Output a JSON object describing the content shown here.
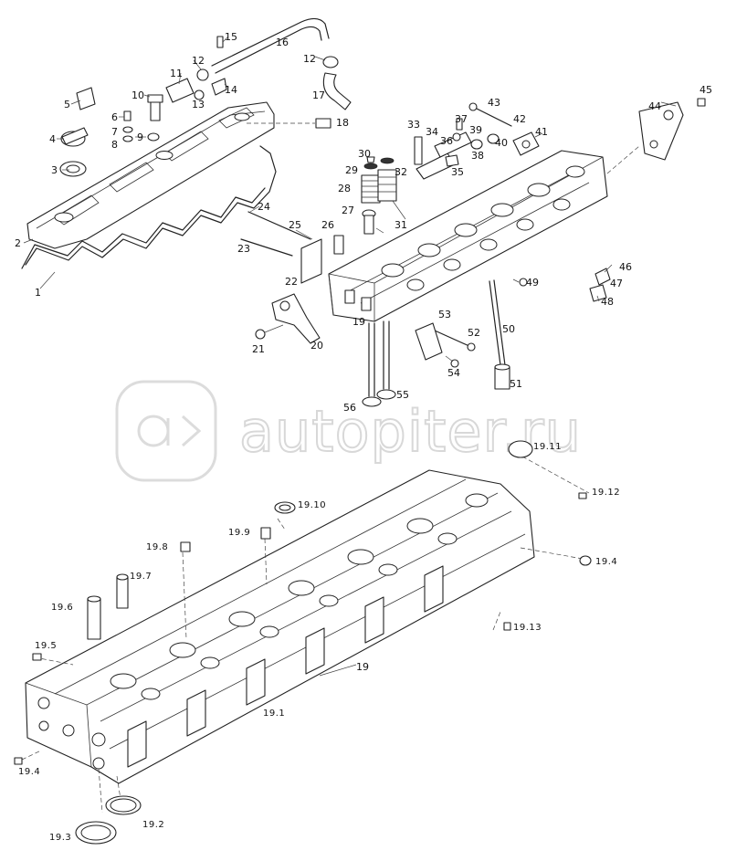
{
  "watermark": {
    "text": "autopiter.ru"
  },
  "callouts": [
    {
      "id": "1",
      "text": "1"
    },
    {
      "id": "2",
      "text": "2"
    },
    {
      "id": "3",
      "text": "3"
    },
    {
      "id": "4",
      "text": "4"
    },
    {
      "id": "5",
      "text": "5"
    },
    {
      "id": "6",
      "text": "6"
    },
    {
      "id": "7",
      "text": "7"
    },
    {
      "id": "8",
      "text": "8"
    },
    {
      "id": "9",
      "text": "9"
    },
    {
      "id": "10",
      "text": "10"
    },
    {
      "id": "11",
      "text": "11"
    },
    {
      "id": "12a",
      "text": "12"
    },
    {
      "id": "12b",
      "text": "12"
    },
    {
      "id": "13",
      "text": "13"
    },
    {
      "id": "14",
      "text": "14"
    },
    {
      "id": "15",
      "text": "15"
    },
    {
      "id": "16",
      "text": "16"
    },
    {
      "id": "17",
      "text": "17"
    },
    {
      "id": "18",
      "text": "18"
    },
    {
      "id": "19",
      "text": "19"
    },
    {
      "id": "19b",
      "text": "19"
    },
    {
      "id": "20",
      "text": "20"
    },
    {
      "id": "21",
      "text": "21"
    },
    {
      "id": "22",
      "text": "22"
    },
    {
      "id": "23",
      "text": "23"
    },
    {
      "id": "24",
      "text": "24"
    },
    {
      "id": "25",
      "text": "25"
    },
    {
      "id": "26",
      "text": "26"
    },
    {
      "id": "27",
      "text": "27"
    },
    {
      "id": "28",
      "text": "28"
    },
    {
      "id": "29",
      "text": "29"
    },
    {
      "id": "30",
      "text": "30"
    },
    {
      "id": "31",
      "text": "31"
    },
    {
      "id": "32",
      "text": "32"
    },
    {
      "id": "33",
      "text": "33"
    },
    {
      "id": "34",
      "text": "34"
    },
    {
      "id": "35",
      "text": "35"
    },
    {
      "id": "36",
      "text": "36"
    },
    {
      "id": "37",
      "text": "37"
    },
    {
      "id": "38",
      "text": "38"
    },
    {
      "id": "39",
      "text": "39"
    },
    {
      "id": "40",
      "text": "40"
    },
    {
      "id": "41",
      "text": "41"
    },
    {
      "id": "42",
      "text": "42"
    },
    {
      "id": "43",
      "text": "43"
    },
    {
      "id": "44",
      "text": "44"
    },
    {
      "id": "45",
      "text": "45"
    },
    {
      "id": "46",
      "text": "46"
    },
    {
      "id": "47",
      "text": "47"
    },
    {
      "id": "48",
      "text": "48"
    },
    {
      "id": "49",
      "text": "49"
    },
    {
      "id": "50",
      "text": "50"
    },
    {
      "id": "51",
      "text": "51"
    },
    {
      "id": "52",
      "text": "52"
    },
    {
      "id": "53",
      "text": "53"
    },
    {
      "id": "54",
      "text": "54"
    },
    {
      "id": "55",
      "text": "55"
    },
    {
      "id": "56",
      "text": "56"
    },
    {
      "id": "19_1",
      "text": "19.1"
    },
    {
      "id": "19_2",
      "text": "19.2"
    },
    {
      "id": "19_3",
      "text": "19.3"
    },
    {
      "id": "19_4a",
      "text": "19.4"
    },
    {
      "id": "19_4b",
      "text": "19.4"
    },
    {
      "id": "19_5",
      "text": "19.5"
    },
    {
      "id": "19_6",
      "text": "19.6"
    },
    {
      "id": "19_7",
      "text": "19.7"
    },
    {
      "id": "19_8",
      "text": "19.8"
    },
    {
      "id": "19_9",
      "text": "19.9"
    },
    {
      "id": "19_10",
      "text": "19.10"
    },
    {
      "id": "19_11",
      "text": "19.11"
    },
    {
      "id": "19_12",
      "text": "19.12"
    },
    {
      "id": "19_13",
      "text": "19.13"
    }
  ]
}
